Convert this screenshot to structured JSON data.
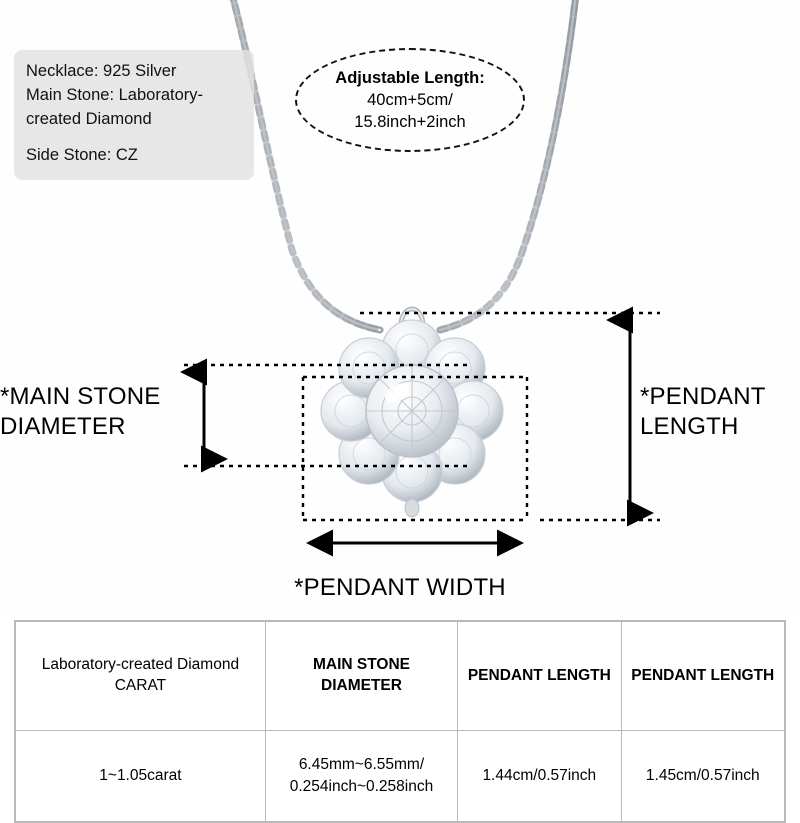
{
  "product_info": {
    "lines": [
      "Necklace: 925 Silver",
      "Main Stone: Laboratory-created Diamond",
      "Side Stone: CZ"
    ]
  },
  "adjustable_length": {
    "title": "Adjustable Length:",
    "metric": "40cm+5cm/",
    "imperial": "15.8inch+2inch"
  },
  "callouts": {
    "main_stone_diameter": "*MAIN STONE DIAMETER",
    "pendant_length": "*PENDANT LENGTH",
    "pendant_width": "*PENDANT WIDTH"
  },
  "spec_table": {
    "headers": [
      "Laboratory-created Diamond CARAT",
      "MAIN STONE DIAMETER",
      "PENDANT LENGTH",
      "PENDANT LENGTH"
    ],
    "rows": [
      {
        "carat": "1~1.05carat",
        "main_stone_diameter_line1": "6.45mm~6.55mm/",
        "main_stone_diameter_line2": "0.254inch~0.258inch",
        "pendant_length_1": "1.44cm/0.57inch",
        "pendant_length_2": "1.45cm/0.57inch"
      }
    ]
  },
  "colors": {
    "info_box_bg": "#e2e2e2",
    "line": "#111111",
    "table_border": "#b9b9b9"
  }
}
